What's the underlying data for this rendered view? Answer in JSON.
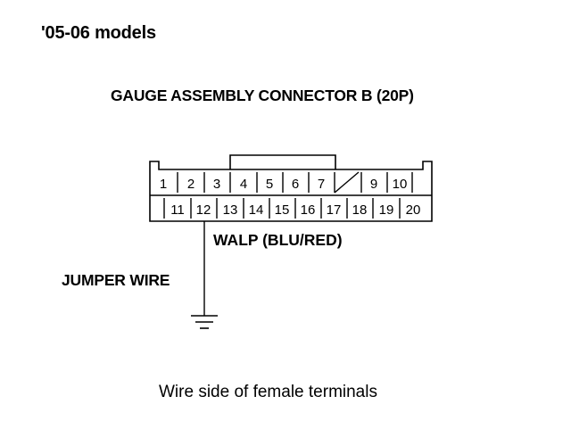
{
  "header": {
    "models": "'05-06 models"
  },
  "connector": {
    "title": "GAUGE ASSEMBLY CONNECTOR B (20P)",
    "row1": [
      "1",
      "2",
      "3",
      "4",
      "5",
      "6",
      "7",
      "",
      "9",
      "10"
    ],
    "row2": [
      "",
      "11",
      "12",
      "13",
      "14",
      "15",
      "16",
      "17",
      "18",
      "19",
      "20"
    ]
  },
  "labels": {
    "wire": "WALP (BLU/RED)",
    "jumper": "JUMPER WIRE",
    "footer": "Wire side of female terminals"
  }
}
